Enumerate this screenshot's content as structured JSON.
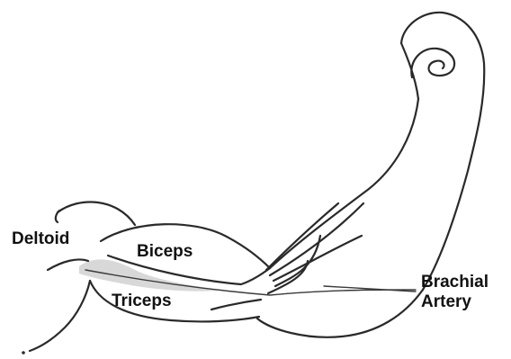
{
  "labels": {
    "deltoid": "Deltoid",
    "biceps": "Biceps",
    "triceps": "Triceps",
    "brachial_artery_line1": "Brachial",
    "brachial_artery_line2": "Artery"
  },
  "colors": {
    "ink": "#2a2a2a",
    "paper": "#ffffff",
    "shading": "#d8d8d8"
  }
}
